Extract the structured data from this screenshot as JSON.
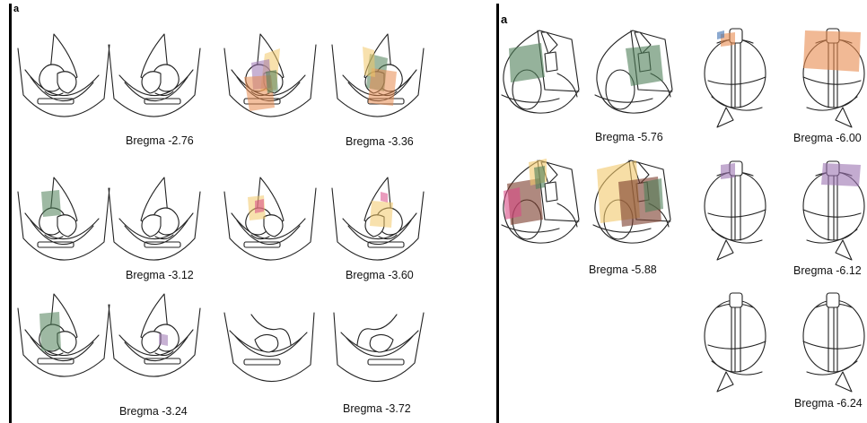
{
  "panel_left": {
    "label": "a",
    "captions": [
      "Bregma -2.76",
      "Bregma -3.36",
      "Bregma -3.12",
      "Bregma -3.60",
      "Bregma -3.24",
      "Bregma -3.72"
    ]
  },
  "panel_right": {
    "label": "a",
    "captions": [
      "Bregma -5.76",
      "Bregma -6.00",
      "Bregma -5.88",
      "Bregma -6.12",
      "Bregma -6.24"
    ]
  },
  "colors": {
    "green": "#4f7f58",
    "orange": "#e88a4e",
    "yellow": "#f2c86a",
    "purple": "#9b73b0",
    "magenta": "#d94a86",
    "brown": "#7a3a2a",
    "blue": "#3e6fb0"
  }
}
